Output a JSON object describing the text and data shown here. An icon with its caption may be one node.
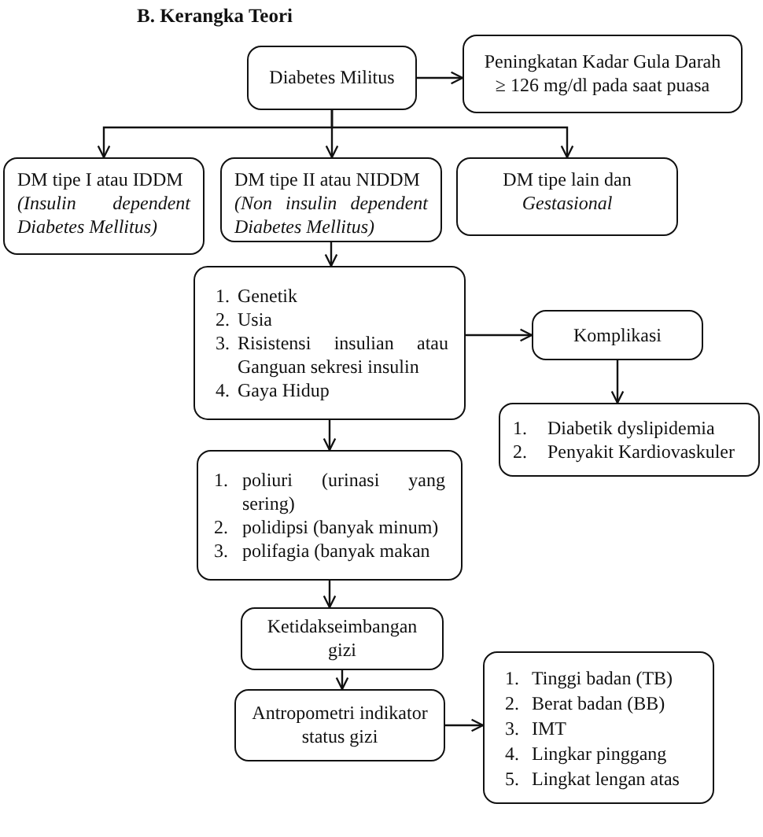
{
  "diagram": {
    "title": "B. Kerangka Teori",
    "nodes": [
      {
        "text": [
          "Diabetes Militus"
        ]
      },
      {
        "text": [
          "Peningkatan Kadar Gula Darah ≥ 126 mg/dl pada saat puasa"
        ]
      },
      {
        "text": [
          "DM tipe I atau IDDM",
          "(Insulin dependent Diabetes Mellitus)"
        ]
      },
      {
        "text": [
          "DM tipe II atau NIDDM",
          "(Non insulin dependent Diabetes Mellitus)"
        ]
      },
      {
        "text": [
          "DM tipe lain dan",
          "Gestasional"
        ]
      },
      {
        "text": [
          "1. Genetik",
          "2. Usia",
          "3. Risistensi insulian atau Ganguan sekresi insulin",
          "4. Gaya Hidup"
        ]
      },
      {
        "text": [
          "Komplikasi"
        ]
      },
      {
        "text": [
          "1. Diabetik dyslipidemia",
          "2. Penyakit Kardiovaskuler"
        ]
      },
      {
        "text": [
          "1. poliuri (urinasi yang sering)",
          "2. polidipsi (banyak minum)",
          "3. polifagia (banyak makan"
        ]
      },
      {
        "text": [
          "Ketidakseimbangan gizi"
        ]
      },
      {
        "text": [
          "Antropometri indikator status gizi"
        ]
      },
      {
        "text": [
          "1. Tinggi badan (TB)",
          "2. Berat badan (BB)",
          "3. IMT",
          "4. Lingkar pinggang",
          "5. Lingkat lengan atas"
        ]
      }
    ],
    "edges": [
      {
        "from": 0,
        "to": 1,
        "arrow": "to"
      },
      {
        "from": 0,
        "to": 2,
        "arrow": "to"
      },
      {
        "from": 0,
        "to": 3,
        "arrow": "to"
      },
      {
        "from": 0,
        "to": 4,
        "arrow": "to"
      },
      {
        "from": 3,
        "to": 5,
        "arrow": "to"
      },
      {
        "from": 5,
        "to": 6,
        "arrow": "to"
      },
      {
        "from": 6,
        "to": 7,
        "arrow": "to"
      },
      {
        "from": 5,
        "to": 8,
        "arrow": "to"
      },
      {
        "from": 8,
        "to": 9,
        "arrow": "to"
      },
      {
        "from": 9,
        "to": 10,
        "arrow": "to"
      },
      {
        "from": 10,
        "to": 11,
        "arrow": "to"
      }
    ]
  }
}
